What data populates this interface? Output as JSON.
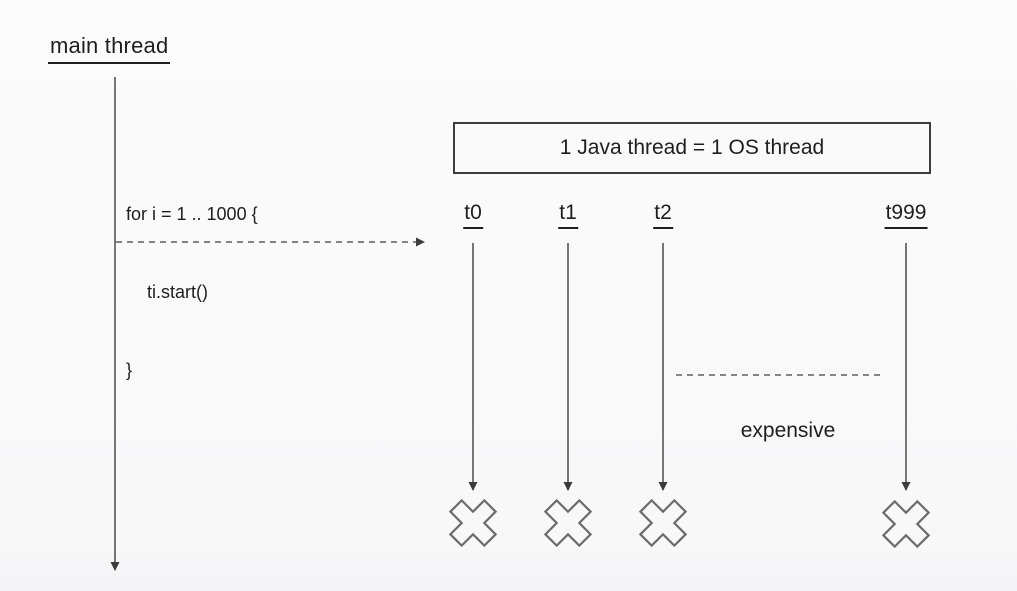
{
  "diagram": {
    "main_thread_label": "main thread",
    "loop_code": {
      "line1": "for i = 1 .. 1000 {",
      "line2": "ti.start()",
      "line3": "}"
    },
    "banner_text": "1 Java thread = 1 OS thread",
    "threads": [
      {
        "label": "t0"
      },
      {
        "label": "t1"
      },
      {
        "label": "t2"
      },
      {
        "label": "t999"
      }
    ],
    "expensive_label": "expensive",
    "colors": {
      "background": "#fbfbfb",
      "text": "#1e1e1e",
      "line": "#4a4a4a",
      "dashed_line": "#5d5d5d",
      "cross_stroke": "#6b6b6b",
      "box_border": "#3d3d3d",
      "arrowhead": "#3c3c3c"
    }
  }
}
